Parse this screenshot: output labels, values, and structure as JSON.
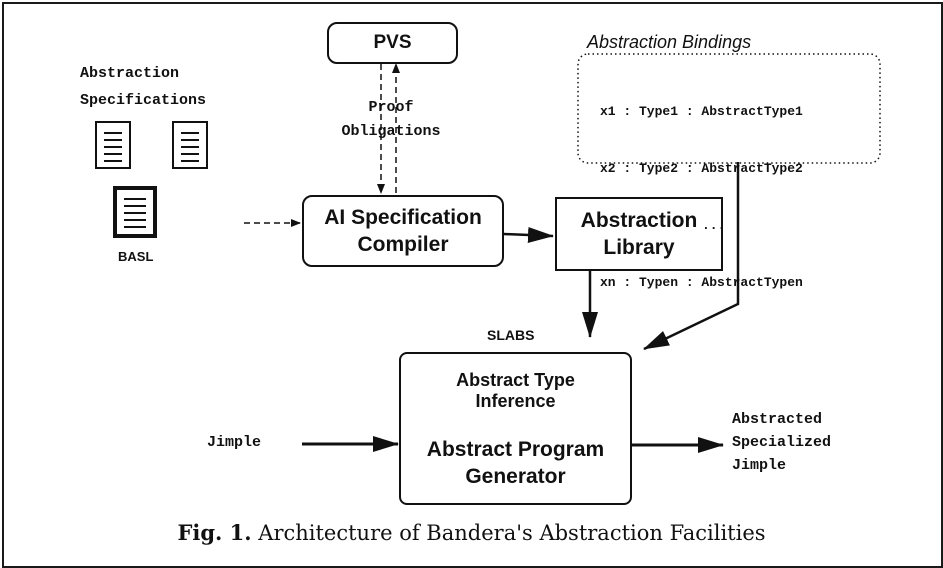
{
  "nodes": {
    "pvs": "PVS",
    "compiler_line1": "AI Specification",
    "compiler_line2": "Compiler",
    "library_line1": "Abstraction",
    "library_line2": "Library",
    "slabs_label": "SLABS",
    "inference_line1": "Abstract Type",
    "inference_line2": "Inference",
    "generator_line1": "Abstract Program",
    "generator_line2": "Generator"
  },
  "labels": {
    "abstraction_specs_line1": "Abstraction",
    "abstraction_specs_line2": "Specifications",
    "basl": "BASL",
    "proof_line1": "Proof",
    "proof_line2": "Obligations",
    "jimple_in": "Jimple",
    "output_line1": "Abstracted",
    "output_line2": "Specialized",
    "output_line3": "Jimple"
  },
  "bindings": {
    "title": "Abstraction Bindings",
    "rows": [
      "x1 : Type1 : AbstractType1",
      "x2 : Type2 : AbstractType2",
      "...",
      "xn : Typen : AbstractTypen"
    ]
  },
  "caption": {
    "prefix": "Fig. 1.",
    "text": "Architecture of Bandera's Abstraction Facilities"
  }
}
